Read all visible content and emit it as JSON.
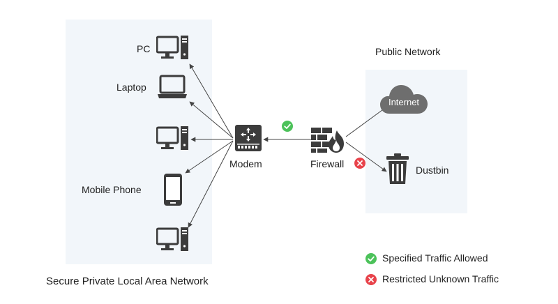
{
  "diagram": {
    "lan_label": "Secure Private Local Area Network",
    "public_label": "Public Network",
    "devices": {
      "pc": "PC",
      "laptop": "Laptop",
      "mobile": "Mobile Phone",
      "desktop_unlabeled_1": "",
      "desktop_unlabeled_2": ""
    },
    "modem": "Modem",
    "firewall": "Firewall",
    "internet": "Internet",
    "dustbin": "Dustbin",
    "legend": {
      "allowed": "Specified Traffic Allowed",
      "restricted": "Restricted Unknown Traffic"
    }
  },
  "colors": {
    "allowed": "#4cc25a",
    "restricted": "#e8434b",
    "icon": "#3c3c3c",
    "cloud": "#6e6e6e",
    "panel": "#f2f6fa",
    "line": "#444444"
  }
}
